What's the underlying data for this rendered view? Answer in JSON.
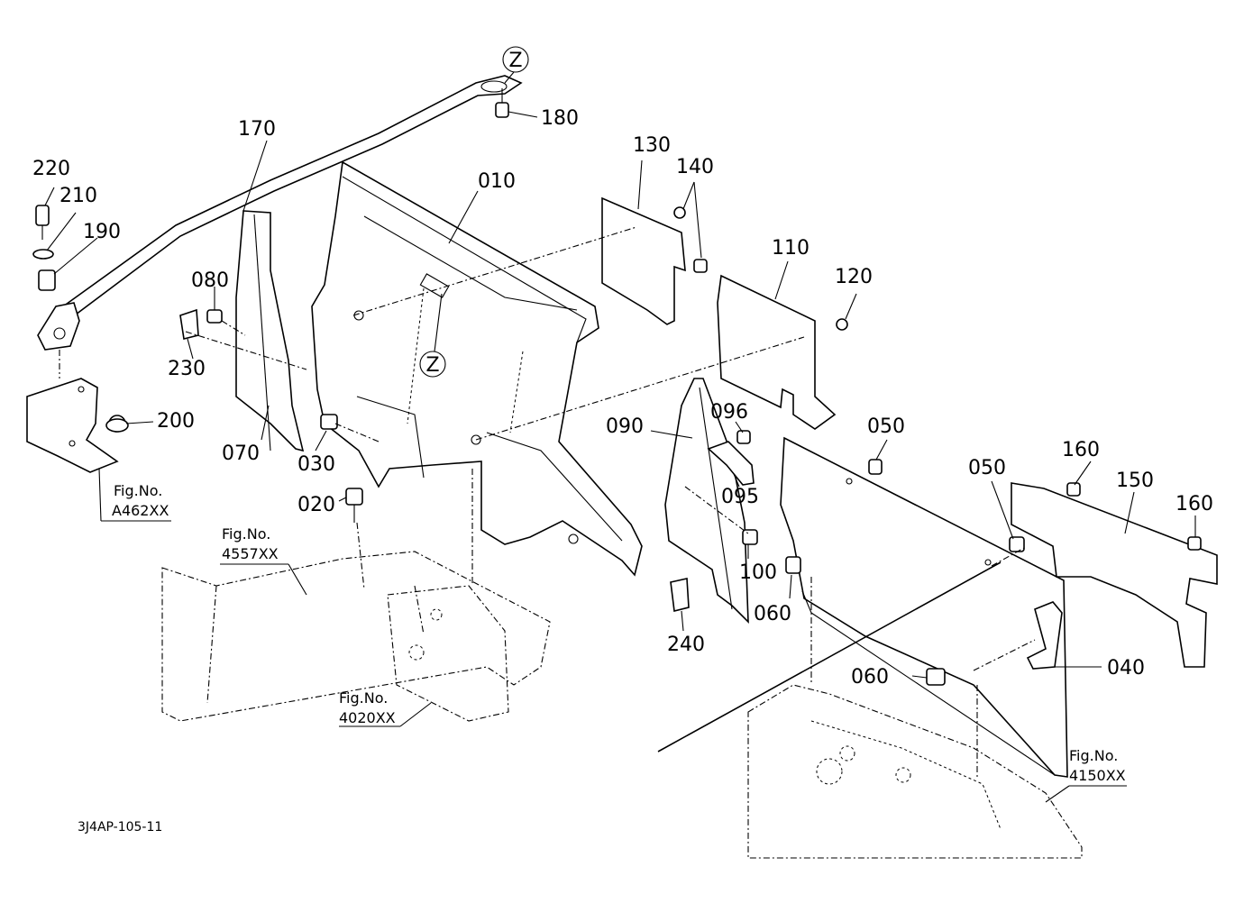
{
  "callouts": {
    "c010": "010",
    "c020": "020",
    "c030": "030",
    "c040": "040",
    "c050a": "050",
    "c050b": "050",
    "c060a": "060",
    "c060b": "060",
    "c070": "070",
    "c080": "080",
    "c090": "090",
    "c095": "095",
    "c096": "096",
    "c100": "100",
    "c110": "110",
    "c120": "120",
    "c130": "130",
    "c140": "140",
    "c150": "150",
    "c160a": "160",
    "c160b": "160",
    "c170": "170",
    "c180": "180",
    "c190": "190",
    "c200": "200",
    "c210": "210",
    "c220": "220",
    "c230": "230",
    "c240": "240"
  },
  "markers": {
    "z_top": "Z",
    "z_mid": "Z"
  },
  "fig_refs": [
    {
      "label": "Fig.No.",
      "code": "A462XX"
    },
    {
      "label": "Fig.No.",
      "code": "4557XX"
    },
    {
      "label": "Fig.No.",
      "code": "4020XX"
    },
    {
      "label": "Fig.No.",
      "code": "4150XX"
    }
  ],
  "drawing_code": "3J4AP-105-11"
}
